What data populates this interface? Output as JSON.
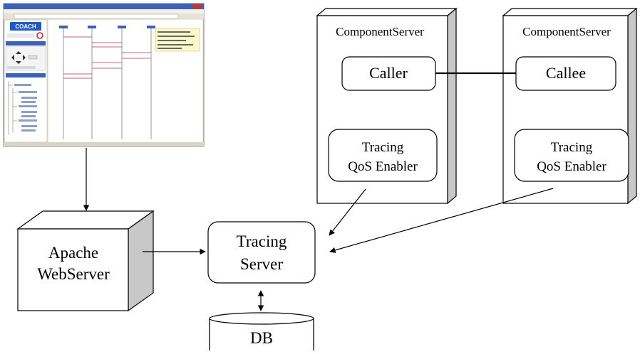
{
  "screenshot": {
    "app_title": "COACH"
  },
  "left_server": {
    "title": "ComponentServer",
    "component": "Caller",
    "enabler_line1": "Tracing",
    "enabler_line2": "QoS Enabler"
  },
  "right_server": {
    "title": "ComponentServer",
    "component": "Callee",
    "enabler_line1": "Tracing",
    "enabler_line2": "QoS Enabler"
  },
  "apache": {
    "line1": "Apache",
    "line2": "WebServer"
  },
  "tracing_server": {
    "line1": "Tracing",
    "line2": "Server"
  },
  "database": {
    "label": "DB"
  },
  "colors": {
    "stroke": "#000000",
    "cube_side": "#c8c8c8",
    "cube_top": "#ffffff",
    "browser_blue": "#3a62b8",
    "coach_logo": "#1f59c4"
  }
}
